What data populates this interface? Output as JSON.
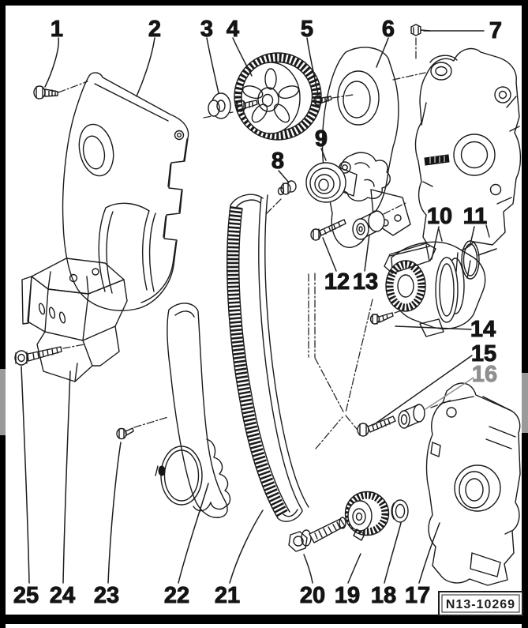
{
  "figure": {
    "type": "exploded-parts-diagram",
    "ref_code": "N13-10269",
    "callouts": [
      {
        "label": "1"
      },
      {
        "label": "2"
      },
      {
        "label": "3"
      },
      {
        "label": "4"
      },
      {
        "label": "5"
      },
      {
        "label": "6"
      },
      {
        "label": "7"
      },
      {
        "label": "8"
      },
      {
        "label": "9"
      },
      {
        "label": "10"
      },
      {
        "label": "11"
      },
      {
        "label": "12"
      },
      {
        "label": "13"
      },
      {
        "label": "14"
      },
      {
        "label": "15"
      },
      {
        "label": "16"
      },
      {
        "label": "17"
      },
      {
        "label": "18"
      },
      {
        "label": "19"
      },
      {
        "label": "20"
      },
      {
        "label": "21"
      },
      {
        "label": "22"
      },
      {
        "label": "23"
      },
      {
        "label": "24"
      },
      {
        "label": "25"
      }
    ],
    "muted_callout_label": "16",
    "colors": {
      "callout": "#141414",
      "callout_muted": "#8f8f8f",
      "line_art": "#1b1b1b",
      "frame": "#000000",
      "frame_gray_segment": "#9a9a9a",
      "background": "#ffffff"
    }
  }
}
